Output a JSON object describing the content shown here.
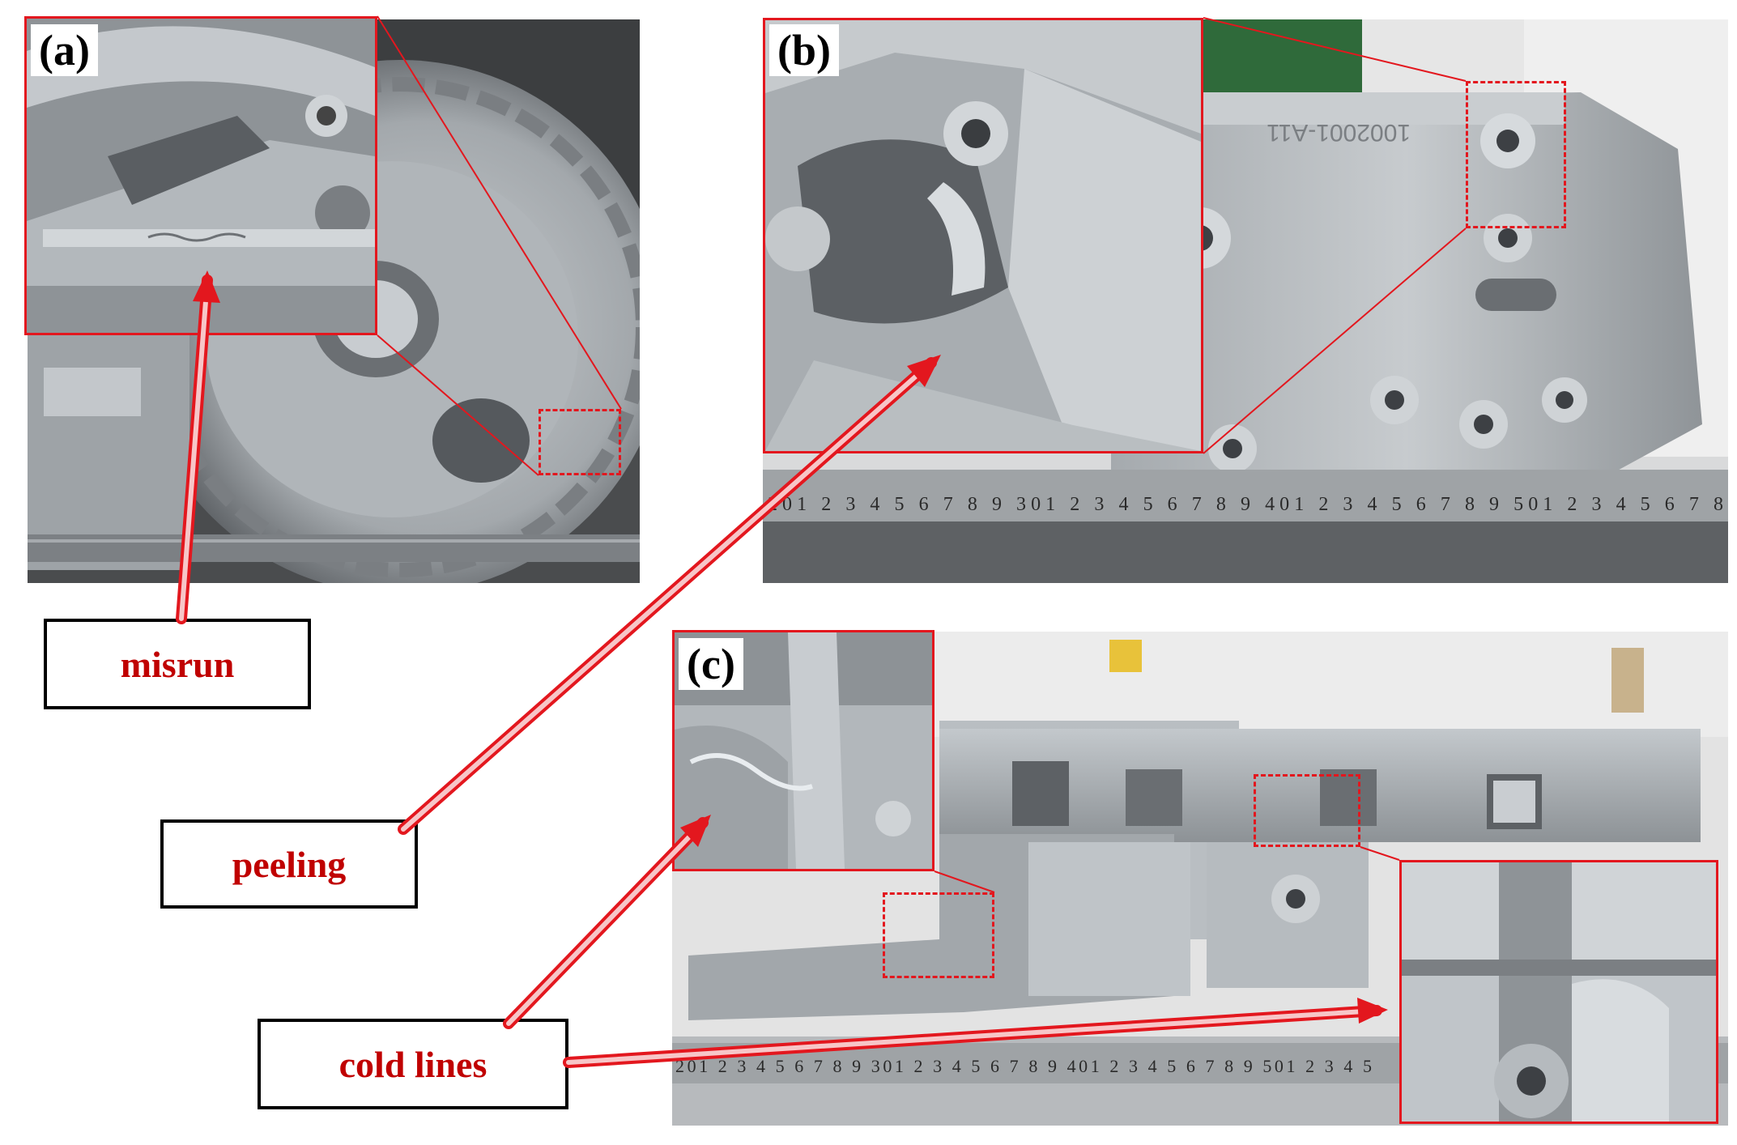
{
  "panels": {
    "a": {
      "label": "(a)"
    },
    "b": {
      "label": "(b)",
      "part_number": "1002001-A11"
    },
    "c": {
      "label": "(c)"
    }
  },
  "callouts": {
    "misrun": "misrun",
    "peeling": "peeling",
    "cold_lines": "cold lines"
  },
  "rulers": {
    "b": "201 2 3 4 5 6 7 8 9 301 2 3 4 5 6 7 8 9 401 2 3 4 5 6 7 8 9 501 2 3 4 5 6 7 8",
    "c": "201 2 3 4 5 6 7 8 9 301 2 3 4 5 6 7 8 9 401 2 3 4 5 6 7 8 9 501 2 3 4 5"
  },
  "colors": {
    "highlight": "#e3171e",
    "callout_text": "#c00000",
    "callout_border": "#000000"
  }
}
